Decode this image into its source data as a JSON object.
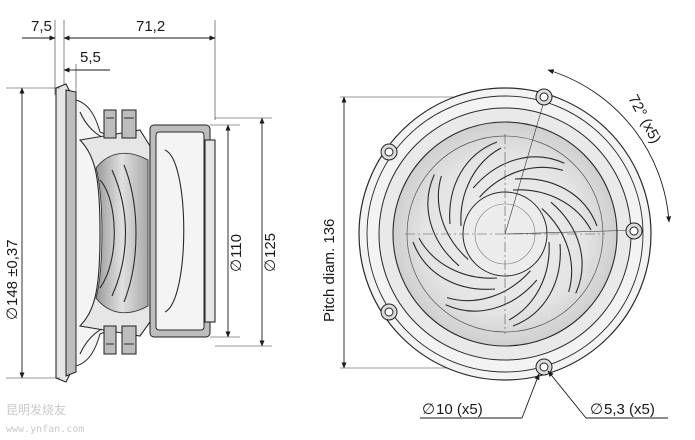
{
  "dimensions": {
    "frame_depth": "7,5",
    "total_depth": "71,2",
    "mount_depth": "5,5",
    "outer_diameter": "148 ±0,37",
    "magnet_diameter": "110",
    "back_diameter": "125",
    "pitch_diameter": "Pitch diam.  136",
    "hole_angle": "72° (x5)",
    "hole_outer": "10 (x5)",
    "hole_inner": "5,3 (x5)"
  },
  "symbols": {
    "diameter": "∅"
  },
  "watermark": {
    "text": "昆明发烧友",
    "url": "www.ynfan.com"
  }
}
